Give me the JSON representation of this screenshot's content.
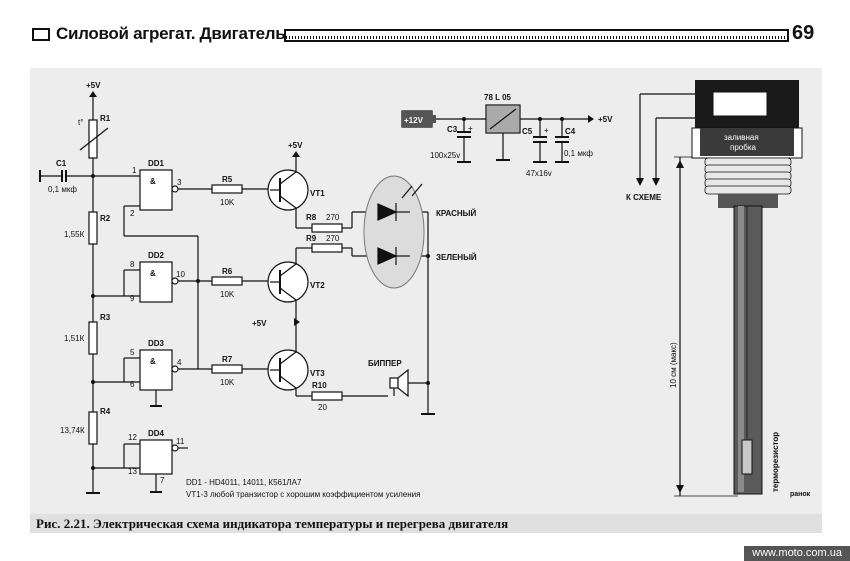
{
  "header": {
    "section_title": "Силовой агрегат. Двигатель",
    "page_number": "69"
  },
  "caption": "Рис. 2.21. Электрическая схема индикатора температуры и перегрева двигателя",
  "website": "www.moto.com.ua",
  "schematic": {
    "supply_top": "+5V",
    "r1": "R1",
    "t_symbol": "t°",
    "c1": "C1",
    "c1_val": "0,1 мкф",
    "r2": "R2",
    "r2_val": "1,55К",
    "r3": "R3",
    "r3_val": "1,51К",
    "r4": "R4",
    "r4_val": "13,74К",
    "dd1": "DD1",
    "dd2": "DD2",
    "dd3": "DD3",
    "dd4": "DD4",
    "amp": "&",
    "pins": {
      "p1": "1",
      "p2": "2",
      "p3": "3",
      "p8": "8",
      "p9": "9",
      "p10": "10",
      "p5": "5",
      "p6": "6",
      "p4": "4",
      "p12": "12",
      "p13": "13",
      "p11": "11",
      "p7": "7"
    },
    "r5": "R5",
    "r5_val": "10K",
    "r6": "R6",
    "r6_val": "10K",
    "r7": "R7",
    "r7_val": "10K",
    "vt1": "VT1",
    "vt2": "VT2",
    "vt3": "VT3",
    "vt_supply": "+5V",
    "vt_mid_supply": "+5V",
    "r8": "R8",
    "r8_val": "270",
    "r9": "R9",
    "r9_val": "270",
    "r10": "R10",
    "r10_val": "20",
    "led_red": "КРАСНЫЙ",
    "led_green": "ЗЕЛЕНЫЙ",
    "buzzer": "БИППЕР",
    "battery": "+12V",
    "regulator": "78 L 05",
    "c3": "C3",
    "c3_val": "100х25v",
    "c5": "C5",
    "c5_val": "47х16v",
    "c4": "C4",
    "c4_val": "0,1 мкф",
    "reg_out": "+5V",
    "plus": "+",
    "note_line1": "DD1 - HD4011, 14011, К561ЛА7",
    "note_line2": "VT1-3 любой транзистор с хорошим коэффициентом усиления"
  },
  "sensor": {
    "plug_line1": "заливная",
    "plug_line2": "пробка",
    "to_circuit": "К СХЕМЕ",
    "length": "10 см (макс)",
    "thermistor": "терморезистор",
    "logo": "ранок"
  }
}
